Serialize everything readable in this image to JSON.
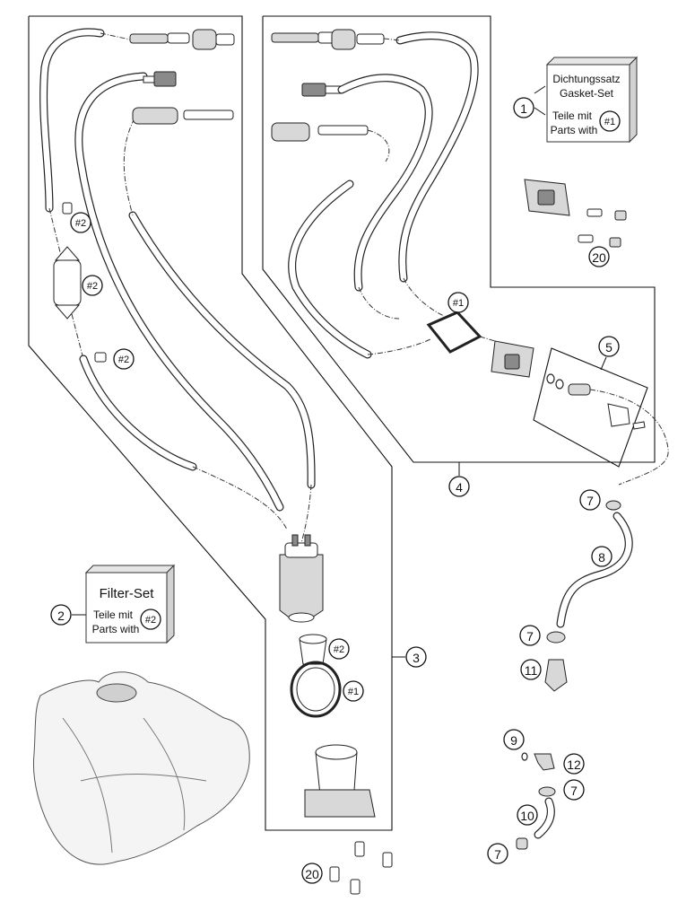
{
  "callouts": {
    "c1": "1",
    "c2": "2",
    "c3": "3",
    "c4": "4",
    "c5": "5",
    "c7a": "7",
    "c7b": "7",
    "c7c": "7",
    "c7d": "7",
    "c8": "8",
    "c9": "9",
    "c10": "10",
    "c11": "11",
    "c12": "12",
    "c20a": "20",
    "c20b": "20"
  },
  "tags": {
    "h2_top": "#2",
    "h2_filter": "#2",
    "h2_hose": "#2",
    "h2_ring": "#2",
    "h2_box": "#2",
    "h1_gasket": "#1",
    "h1_oring": "#1",
    "h1_box": "#1"
  },
  "gasket_box": {
    "line1": "Dichtungssatz",
    "line2": "Gasket-Set",
    "line3": "Teile mit",
    "line4": "Parts with"
  },
  "filter_box": {
    "title": "Filter-Set",
    "line1": "Teile mit",
    "line2": "Parts with"
  }
}
